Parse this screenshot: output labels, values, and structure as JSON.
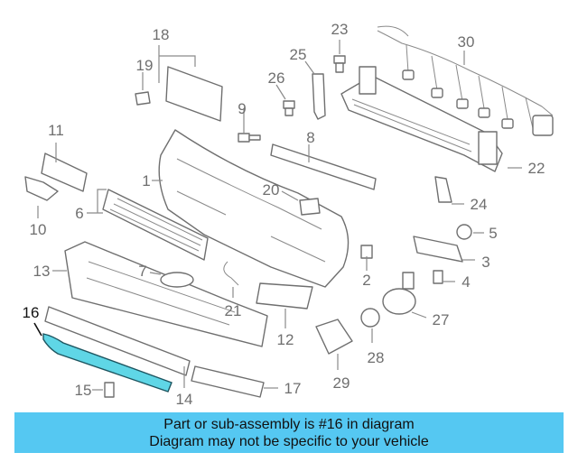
{
  "callouts": {
    "c1": "1",
    "c2": "2",
    "c3": "3",
    "c4": "4",
    "c5": "5",
    "c6": "6",
    "c7": "7",
    "c8": "8",
    "c9": "9",
    "c10": "10",
    "c11": "11",
    "c12": "12",
    "c13": "13",
    "c14": "14",
    "c15": "15",
    "c16": "16",
    "c17": "17",
    "c18": "18",
    "c19": "19",
    "c20": "20",
    "c21": "21",
    "c22": "22",
    "c23": "23",
    "c24": "24",
    "c25": "25",
    "c26": "26",
    "c27": "27",
    "c28": "28",
    "c29": "29",
    "c30": "30"
  },
  "highlighted_part": "16",
  "colors": {
    "highlight_fill": "#5fd6e6",
    "banner_background": "#55c8f2",
    "line_art": "#6f6f6f"
  },
  "banner": {
    "line1": "Part or sub-assembly is #16 in diagram",
    "line2": "Diagram may not be specific to your vehicle"
  }
}
